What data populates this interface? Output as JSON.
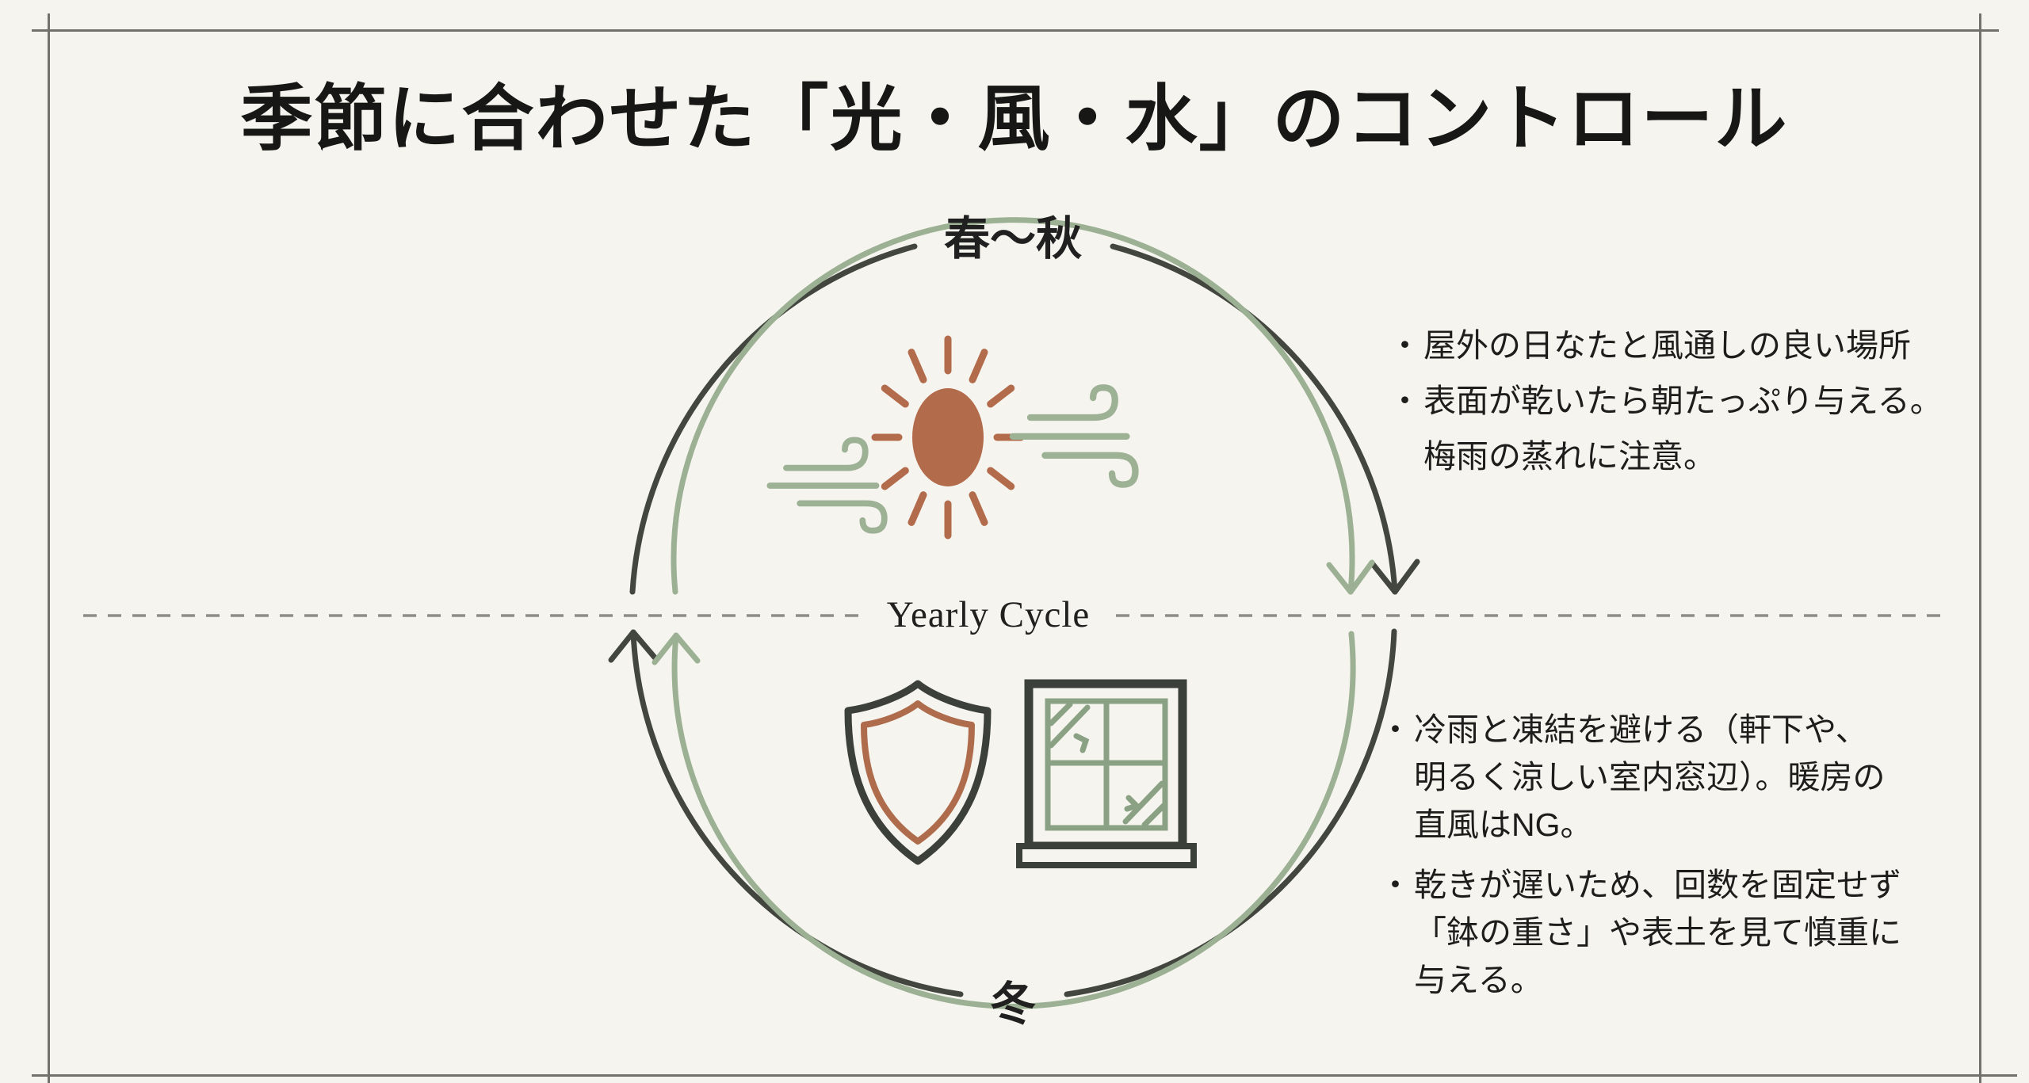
{
  "page": {
    "title": "季節に合わせた「光・風・水」のコントロール"
  },
  "bullet_marker": "・",
  "cycle": {
    "top_label": "春〜秋",
    "bottom_label": "冬",
    "center_label": "Yearly Cycle",
    "direction": "clockwise"
  },
  "notes_spring_autumn": {
    "bullets": [
      {
        "lines": [
          "屋外の日なたと風通しの良い場所"
        ]
      },
      {
        "lines": [
          "表面が乾いたら朝たっぷり与える。",
          "梅雨の蒸れに注意。"
        ]
      }
    ]
  },
  "notes_winter": {
    "bullets": [
      {
        "lines": [
          "冷雨と凍結を避ける（軒下や、",
          "明るく涼しい室内窓辺）。暖房の",
          "直風はNG。"
        ]
      },
      {
        "lines": [
          "乾きが遅いため、回数を固定せず",
          "「鉢の重さ」や表土を見て慎重に",
          "与える。"
        ]
      }
    ]
  },
  "icons": {
    "upper_half": [
      "sun-icon",
      "wind-icon",
      "wind-icon"
    ],
    "lower_half": [
      "shield-icon",
      "window-icon"
    ]
  },
  "colors": {
    "background": "#f5f4ef",
    "frame_line": "#71726b",
    "outer_ring": "#42463f",
    "inner_ring": "#9cb093",
    "sun": "#b26b4b",
    "wind": "#9db194",
    "shield_outer": "#3c403a",
    "shield_inner": "#ae6c4c",
    "window_frame": "#3c403a",
    "window_panes": "#8aa183",
    "dashed_line": "#8d8d89",
    "text": "#1d1d1b"
  }
}
